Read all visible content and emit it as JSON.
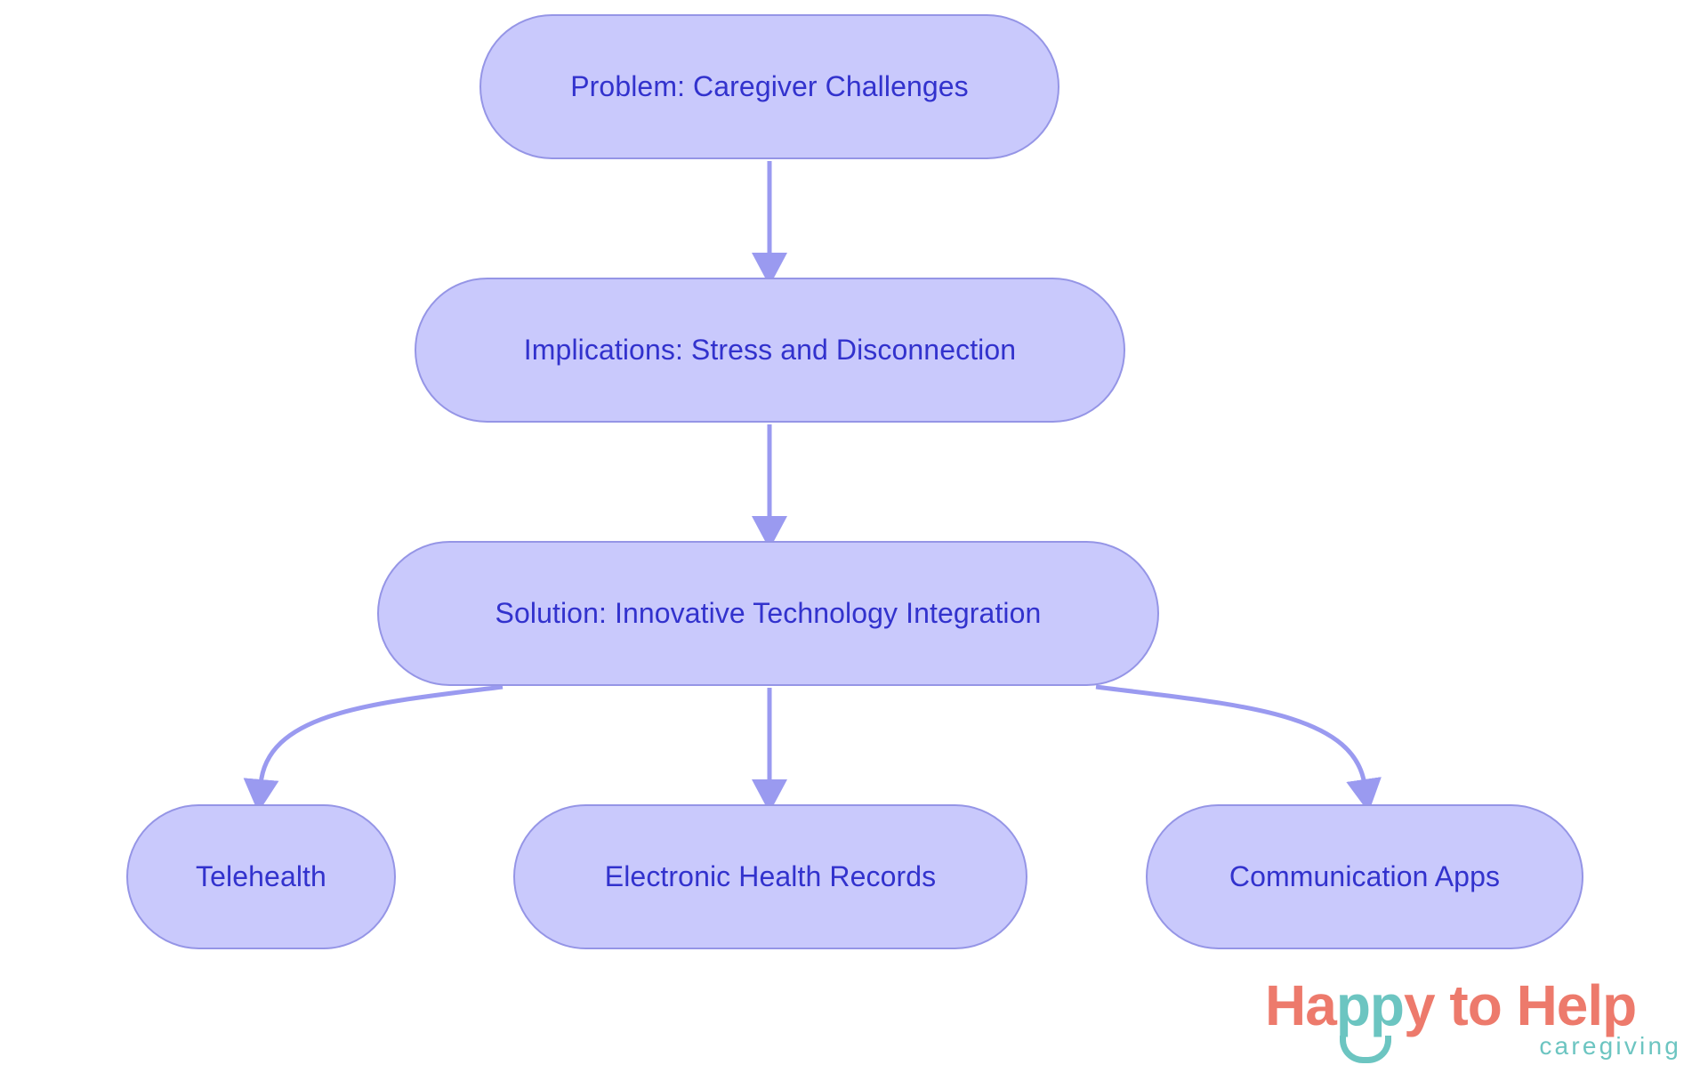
{
  "diagram": {
    "type": "flowchart",
    "direction": "top-down",
    "background": "#ffffff",
    "node_fill": "#c9c9fc",
    "node_border": "#9595e6",
    "node_text_color": "#3232cd",
    "edge_color": "#9a9af0",
    "nodes": [
      {
        "id": "problem",
        "label": "Problem: Caregiver Challenges"
      },
      {
        "id": "implications",
        "label": "Implications: Stress and Disconnection"
      },
      {
        "id": "solution",
        "label": "Solution: Innovative Technology Integration"
      },
      {
        "id": "telehealth",
        "label": "Telehealth"
      },
      {
        "id": "ehr",
        "label": "Electronic Health Records"
      },
      {
        "id": "comm",
        "label": "Communication Apps"
      }
    ],
    "edges": [
      {
        "from": "problem",
        "to": "implications"
      },
      {
        "from": "implications",
        "to": "solution"
      },
      {
        "from": "solution",
        "to": "telehealth"
      },
      {
        "from": "solution",
        "to": "ehr"
      },
      {
        "from": "solution",
        "to": "comm"
      }
    ]
  },
  "logo": {
    "word_happy_h": "H",
    "word_happy_a": "a",
    "word_happy_pp": "pp",
    "word_happy_y": "y",
    "word_to_help": " to Help",
    "tagline": "caregiving",
    "coral": "#ed7a6c",
    "teal": "#6cc5c1"
  }
}
